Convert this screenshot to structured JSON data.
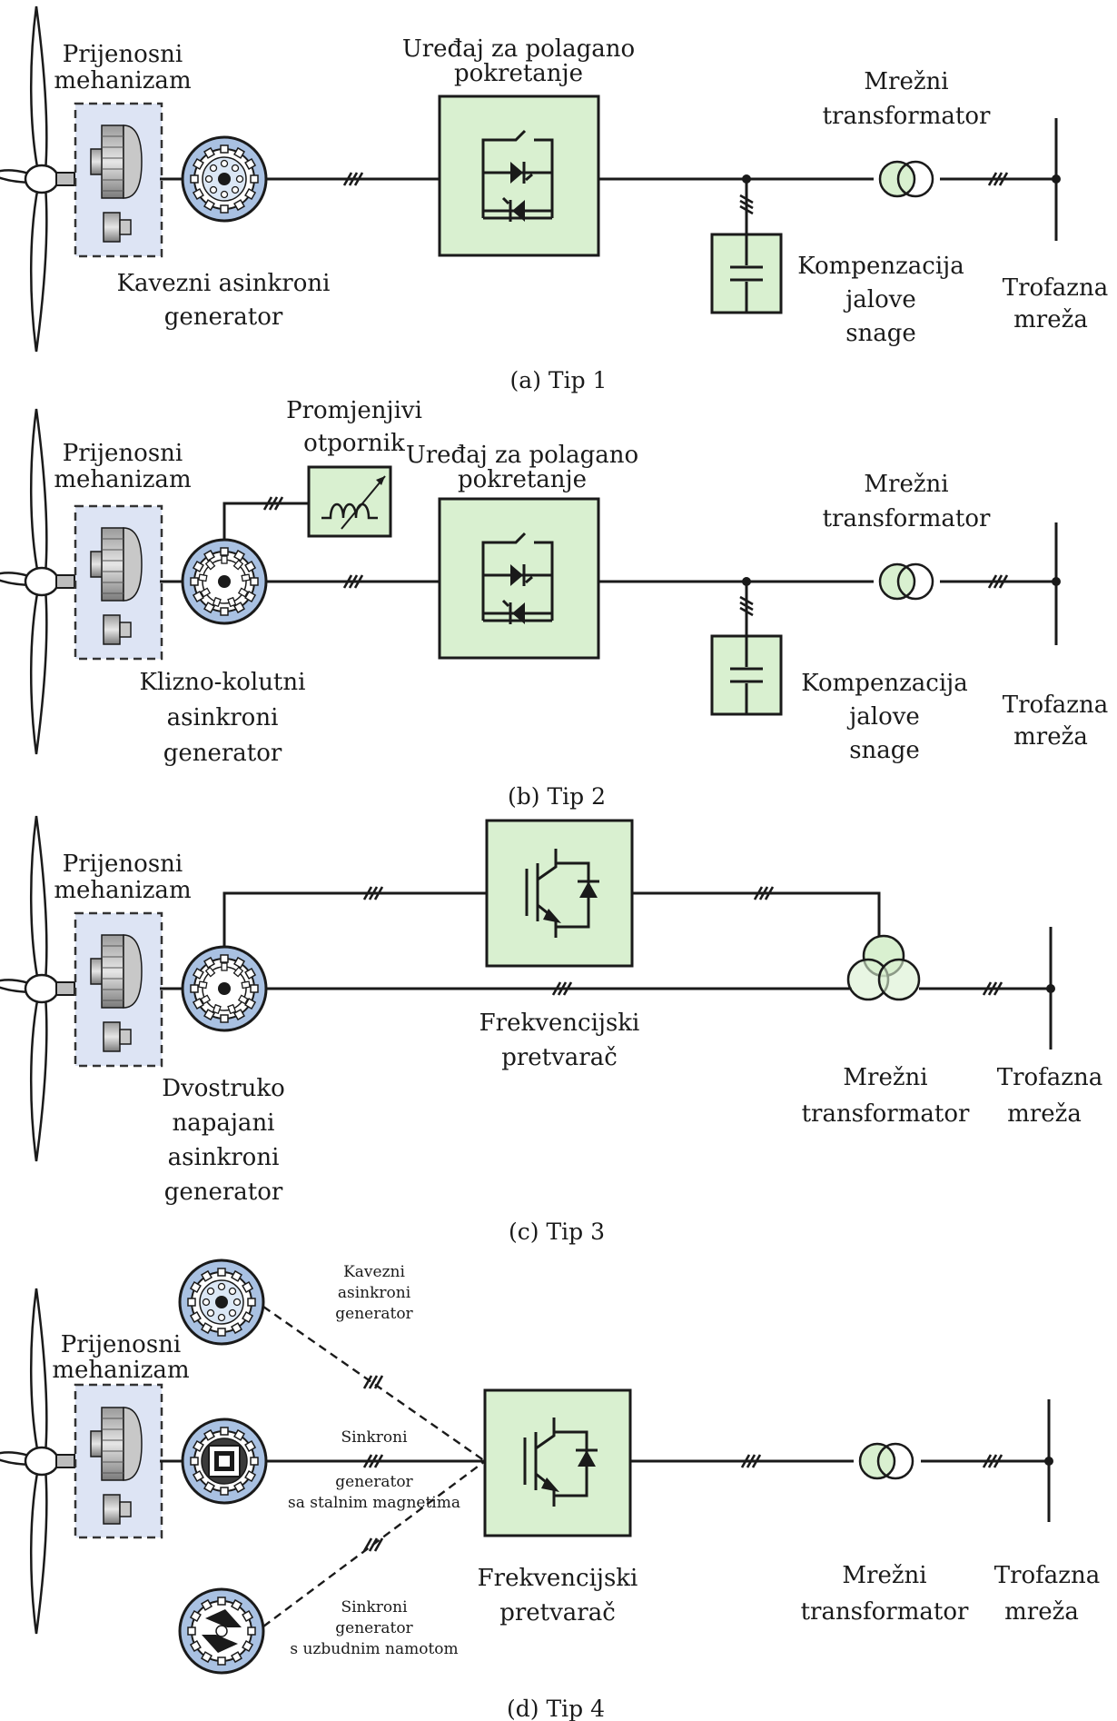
{
  "panels": {
    "a": {
      "caption": "(a) Tip 1",
      "gearbox_label": [
        "Prijenosni",
        "mehanizam"
      ],
      "generator_label": [
        "Kavezni asinkroni",
        "generator"
      ],
      "softstarter_label": [
        "Uređaj za polagano",
        "pokretanje"
      ],
      "transformer_label": [
        "Mrežni",
        "transformator"
      ],
      "compensation_label": [
        "Kompenzacija",
        "jalove",
        "snage"
      ],
      "grid_label": [
        "Trofazna",
        "mreža"
      ]
    },
    "b": {
      "caption": "(b) Tip 2",
      "gearbox_label": [
        "Prijenosni",
        "mehanizam"
      ],
      "resistor_label": [
        "Promjenjivi",
        "otpornik"
      ],
      "generator_label": [
        "Klizno-kolutni",
        "asinkroni",
        "generator"
      ],
      "softstarter_label": [
        "Uređaj za polagano",
        "pokretanje"
      ],
      "transformer_label": [
        "Mrežni",
        "transformator"
      ],
      "compensation_label": [
        "Kompenzacija",
        "jalove",
        "snage"
      ],
      "grid_label": [
        "Trofazna",
        "mreža"
      ]
    },
    "c": {
      "caption": "(c) Tip 3",
      "gearbox_label": [
        "Prijenosni",
        "mehanizam"
      ],
      "generator_label": [
        "Dvostruko",
        "napajani",
        "asinkroni",
        "generator"
      ],
      "converter_label": [
        "Frekvencijski",
        "pretvarač"
      ],
      "transformer_label": [
        "Mrežni",
        "transformator"
      ],
      "grid_label": [
        "Trofazna",
        "mreža"
      ]
    },
    "d": {
      "caption": "(d) Tip 4",
      "gearbox_label": [
        "Prijenosni",
        "mehanizam"
      ],
      "gen1_label": [
        "Kavezni",
        "asinkroni",
        "generator"
      ],
      "gen2_label": [
        "Sinkroni",
        "generator",
        "sa stalnim magnetima"
      ],
      "gen3_label": [
        "Sinkroni",
        "generator",
        "s uzbudnim namotom"
      ],
      "converter_label": [
        "Frekvencijski",
        "pretvarač"
      ],
      "transformer_label": [
        "Mrežni",
        "transformator"
      ],
      "grid_label": [
        "Trofazna",
        "mreža"
      ]
    }
  },
  "colors": {
    "box_fill": "#d9f0d0",
    "gearbox_fill": "#dde4f4",
    "generator_ring": "#a9c1e2",
    "gear_fill": "#d5d5d5",
    "line": "#1a1a1a"
  }
}
